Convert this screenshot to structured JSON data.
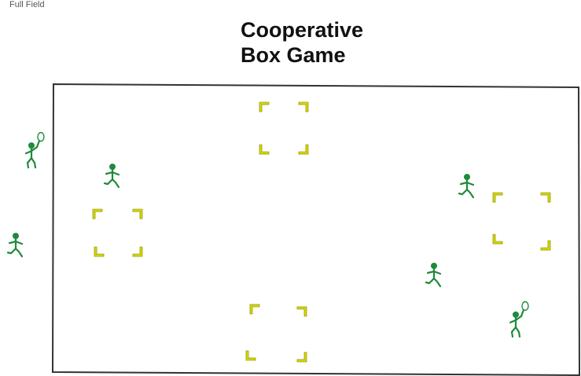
{
  "header": {
    "corner_label": "Full Field",
    "title_line1": "Cooperative",
    "title_line2": "Box Game"
  },
  "colors": {
    "player": "#1f8a3b",
    "box_marker": "#d4d80a",
    "box_marker_shadow": "#9a9d00",
    "field_border": "#333333"
  },
  "icons": {
    "player": "stick-figure-running-icon",
    "tagger": "stick-figure-with-racket-icon",
    "box_corner": "corner-bracket-icon"
  }
}
